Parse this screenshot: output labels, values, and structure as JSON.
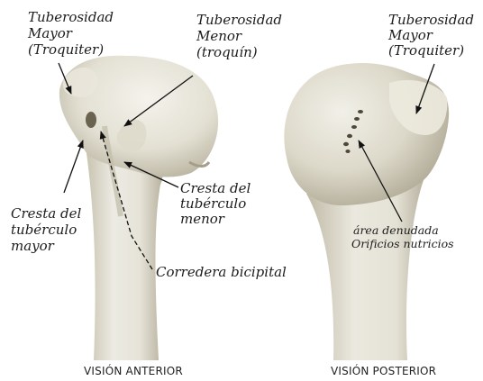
{
  "labels": {
    "tub_mayor_ant": [
      "Tuberosidad",
      "Mayor",
      "(Troquiter)"
    ],
    "tub_menor": [
      "Tuberosidad",
      "Menor",
      "(troquín)"
    ],
    "tub_mayor_post": [
      "Tuberosidad",
      "Mayor",
      "(Troquiter)"
    ],
    "cresta_mayor": [
      "Cresta del",
      "tubérculo",
      "mayor"
    ],
    "cresta_menor": [
      "Cresta del",
      "tubérculo",
      "menor"
    ],
    "corredera": "Corredera bicipital",
    "area_denudada": "área denudada",
    "orificios": "Orificios nutricios"
  },
  "captions": {
    "anterior": "VISIÓN ANTERIOR",
    "posterior": "VISIÓN POSTERIOR"
  },
  "colors": {
    "bone_light": "#ecebe2",
    "bone_mid": "#d9d5c4",
    "bone_shadow": "#a9a390",
    "line": "#111111"
  }
}
